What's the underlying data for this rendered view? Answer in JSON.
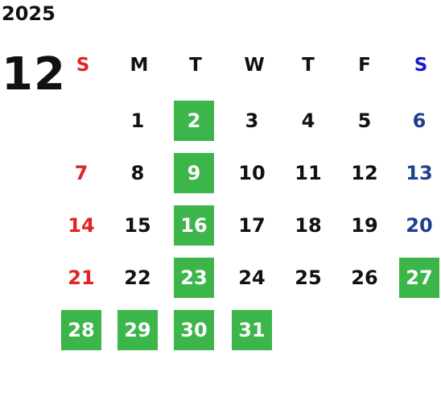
{
  "calendar": {
    "year": "2025",
    "month": "12",
    "weekdays": [
      {
        "label": "S",
        "color": "#e02424"
      },
      {
        "label": "M",
        "color": "#111111"
      },
      {
        "label": "T",
        "color": "#111111"
      },
      {
        "label": "W",
        "color": "#111111"
      },
      {
        "label": "T",
        "color": "#111111"
      },
      {
        "label": "F",
        "color": "#111111"
      },
      {
        "label": "S",
        "color": "#1a1ad6"
      }
    ],
    "first_weekday_index": 1,
    "days_in_month": 31,
    "highlighted_days": [
      2,
      9,
      16,
      23,
      27,
      28,
      29,
      30,
      31
    ],
    "colors": {
      "highlight_bg": "#3cb54a",
      "highlight_text": "#ffffff",
      "sunday": "#e02424",
      "saturday": "#1f3f8f",
      "weekday": "#111111"
    }
  }
}
